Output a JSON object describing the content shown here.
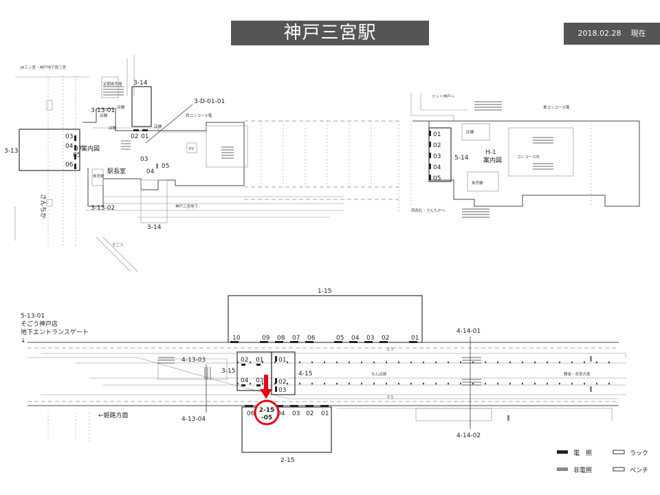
{
  "header": {
    "station_title": "神戸三宮駅",
    "date": "2018.02.28",
    "date_suffix": "現在"
  },
  "upper_west": {
    "top_note": "JR三ノ宮・神戸地下鉄三宮",
    "teiki_office": "定期券売場",
    "shops": [
      "店舗",
      "店舗",
      "店舗",
      "店舗"
    ],
    "concourse": "西コンコース階",
    "ev": "EV",
    "station_master": "駅長室",
    "ticket_machines": "券売機",
    "info": "案内図",
    "sannchika": "さんちか",
    "sogo": "そごう",
    "b1_label": "神戸三宮地下",
    "labels": {
      "a_3_14_top": "3-14",
      "a_3_13_01": "3-13-01",
      "a_3_d_01_01": "3-D-01-01",
      "a_3_13": "3-13",
      "a_3_13_02": "3-13-02",
      "a_3_14_bottom": "3-14"
    },
    "small_nums": [
      "02",
      "01",
      "03",
      "04",
      "05",
      "06",
      "07",
      "03",
      "04",
      "05"
    ]
  },
  "upper_east": {
    "mint": "ミント神戸へ",
    "east_concourse": "東コンコース階",
    "shop": "店舗",
    "h1": "H-1",
    "info": "案内図",
    "concourse_inside": "コンコース内",
    "ticket_machines": "券売機",
    "west_gate": "西改札・さんちかへ",
    "label_5_14": "5-14",
    "boards": [
      "01",
      "02",
      "03",
      "04",
      "05"
    ]
  },
  "lower": {
    "west_note_id": "5-13-01",
    "west_note_line1": "そごう神戸店",
    "west_note_line2": "地下エントランスゲート",
    "west_arrow": "↓",
    "himeji": "←姫路方面",
    "namba_line": "なんば線",
    "nara_dir": "難波・奈良方面",
    "up_track": "上り",
    "down_track": "下り",
    "label_1_15": "1-15",
    "label_2_15": "2-15",
    "label_3_15": "3-15",
    "label_4_15": "4-15",
    "label_4_13_03": "4-13-03",
    "label_4_13_04": "4-13-04",
    "label_4_14_01": "4-14-01",
    "label_4_14_02": "4-14-02",
    "top_boards": [
      "10",
      "09",
      "08",
      "07",
      "06",
      "05",
      "04",
      "03",
      "02",
      "01"
    ],
    "center_boards": [
      "02",
      "01",
      "01",
      "04",
      "03",
      "02",
      "03"
    ],
    "bottom_boards": [
      "06",
      "05",
      "04",
      "03",
      "02",
      "01"
    ],
    "highlight": {
      "line1": "2-15",
      "line2": "-05"
    }
  },
  "legend": {
    "lit": "電　照",
    "unlit": "非電照",
    "rack": "ラック",
    "bench": "ベンチ"
  },
  "colors": {
    "header_bg": "#555555",
    "highlight": "#e60012",
    "board": "#222222"
  }
}
